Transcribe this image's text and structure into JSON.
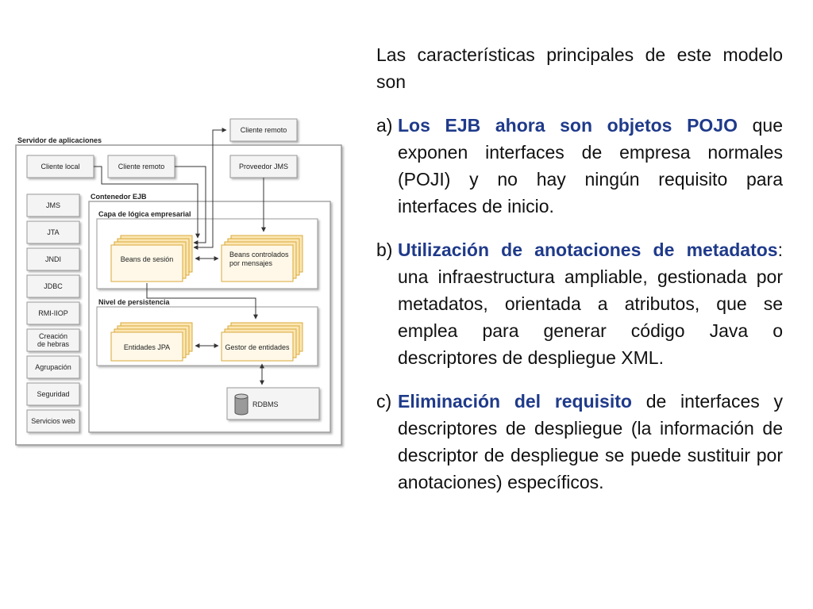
{
  "diagram": {
    "app_server": "Servidor de aplicaciones",
    "remote_client_top": "Cliente remoto",
    "local_client": "Cliente local",
    "remote_client": "Cliente remoto",
    "jms_provider": "Proveedor JMS",
    "ejb_container": "Contenedor EJB",
    "business_layer": "Capa de lógica empresarial",
    "session_beans": "Beans de sesión",
    "mdb_line1": "Beans controlados",
    "mdb_line2": "por mensajes",
    "persistence_layer": "Nivel de persistencia",
    "jpa_entities": "Entidades JPA",
    "entity_manager": "Gestor de entidades",
    "rdbms": "RDBMS",
    "services": [
      "JMS",
      "JTA",
      "JNDI",
      "JDBC",
      "RMI-IIOP",
      "Creación|de hebras",
      "Agrupación",
      "Seguridad",
      "Servicios web"
    ]
  },
  "text": {
    "intro": "Las características principales de este modelo son",
    "items": [
      {
        "marker": "a)",
        "highlight": "Los EJB ahora son objetos POJO",
        "rest": " que exponen interfaces de empresa normales (POJI) y no hay ningún requisito para interfaces de inicio."
      },
      {
        "marker": "b)",
        "highlight": "Utilización de anotaciones de metadatos",
        "rest": ": una infraestructura ampliable, gestionada por metadatos, orientada a atributos, que se emplea para generar código Java o descriptores de despliegue XML."
      },
      {
        "marker": "c)",
        "highlight": "Eliminación del requisito",
        "rest": " de interfaces y descriptores de despliegue (la información de descriptor de despliegue se puede sustituir por anotaciones) específicos."
      }
    ]
  },
  "colors": {
    "box_fill": "#f4f4f4",
    "box_stroke": "#999999",
    "highlight_text": "#1f3a8a",
    "body_text": "#111111"
  }
}
